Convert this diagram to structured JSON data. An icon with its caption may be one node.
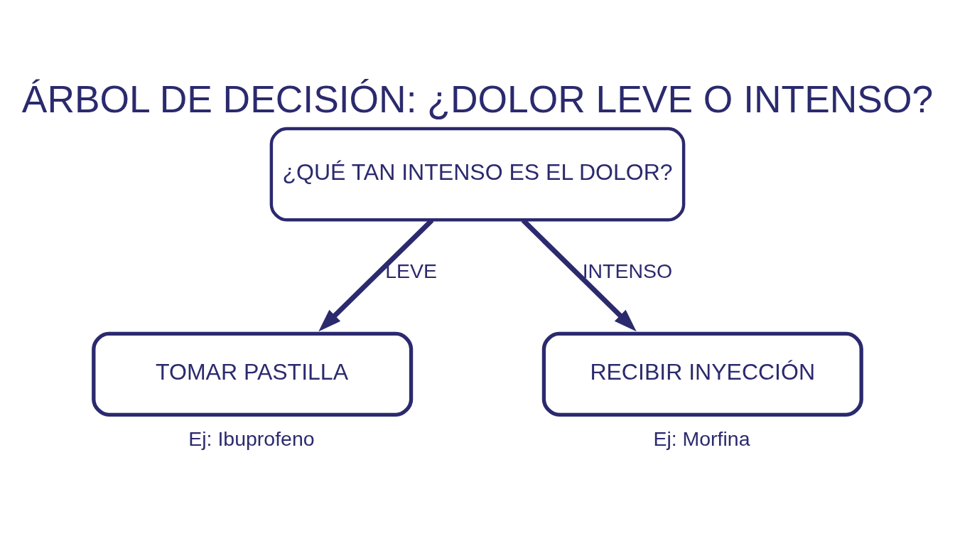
{
  "diagram": {
    "title": "ÁRBOL DE DECISIÓN: ¿DOLOR LEVE O INTENSO?",
    "nodes": [
      {
        "text": [
          "¿QUÉ TAN INTENSO ES EL DOLOR?"
        ]
      },
      {
        "text": [
          "TOMAR PASTILLA"
        ],
        "beside": [
          "Ej: Ibuprofeno"
        ]
      },
      {
        "text": [
          "RECIBIR INYECCIÓN"
        ],
        "beside": [
          "Ej: Morfina"
        ]
      }
    ],
    "edges": [
      {
        "from": 0,
        "to": 1,
        "arrow": "to",
        "label": "LEVE"
      },
      {
        "from": 0,
        "to": 2,
        "arrow": "to",
        "label": "INTENSO"
      }
    ]
  }
}
